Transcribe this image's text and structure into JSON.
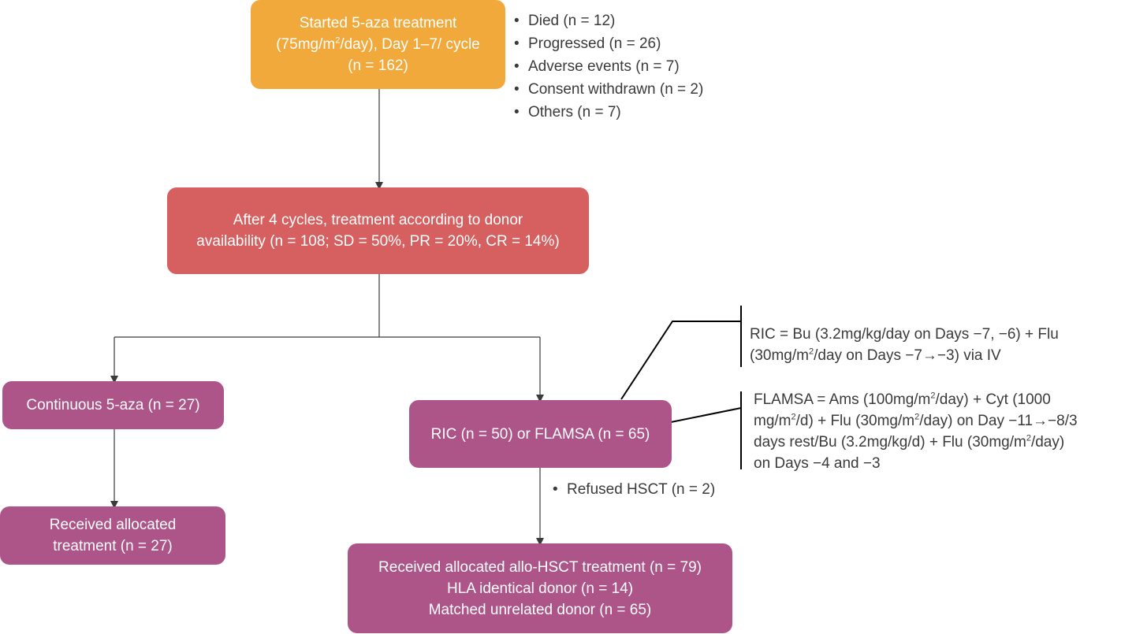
{
  "start_box": {
    "line1": "Started 5-aza treatment",
    "line2_pre": "(75mg/m",
    "line2_sup": "2",
    "line2_post": "/day), Day 1–7/ cycle",
    "line3": "(n = 162)"
  },
  "dropouts": [
    "Died (n = 12)",
    "Progressed (n = 26)",
    "Adverse events (n = 7)",
    "Consent withdrawn (n = 2)",
    "Others (n = 7)"
  ],
  "cycles_box": {
    "line1": "After 4 cycles, treatment according to donor",
    "line2": "availability (n = 108; SD = 50%, PR = 20%, CR = 14%)"
  },
  "continuous_box": {
    "label": "Continuous 5-aza (n = 27)"
  },
  "received_box": {
    "line1": "Received allocated",
    "line2": "treatment  (n = 27)"
  },
  "ric_box": {
    "label": "RIC (n = 50) or FLAMSA (n = 65)"
  },
  "refused": "Refused HSCT (n = 2)",
  "hsct_box": {
    "line1": "Received allocated allo-HSCT treatment (n = 79)",
    "line2": "HLA identical donor (n = 14)",
    "line3": "Matched unrelated donor (n = 65)"
  },
  "ric_note": {
    "line1": "RIC = Bu (3.2mg/kg/day on Days −7, −6) + Flu",
    "line2_pre": "(30mg/m",
    "line2_sup": "2",
    "line2_post": "/day on Days −7→−3) via IV"
  },
  "flamsa_note": {
    "l1_pre": "FLAMSA = Ams (100mg/m",
    "l1_sup": "2",
    "l1_post": "/day) + Cyt (1000",
    "l2_pre": "mg/m",
    "l2_sup": "2",
    "l2_mid": "/d) + Flu (30mg/m",
    "l2_sup2": "2",
    "l2_post": "/day) on Day −11→−8/3",
    "l3_pre": "days rest/Bu (3.2mg/kg/d) + Flu (30mg/m",
    "l3_sup": "2",
    "l3_post": "/day)",
    "l4": "on Days −4 and −3"
  },
  "colors": {
    "orange": "#f2a93b",
    "red": "#d65f5f",
    "purple": "#ad5489",
    "line": "#3a3a3a"
  }
}
